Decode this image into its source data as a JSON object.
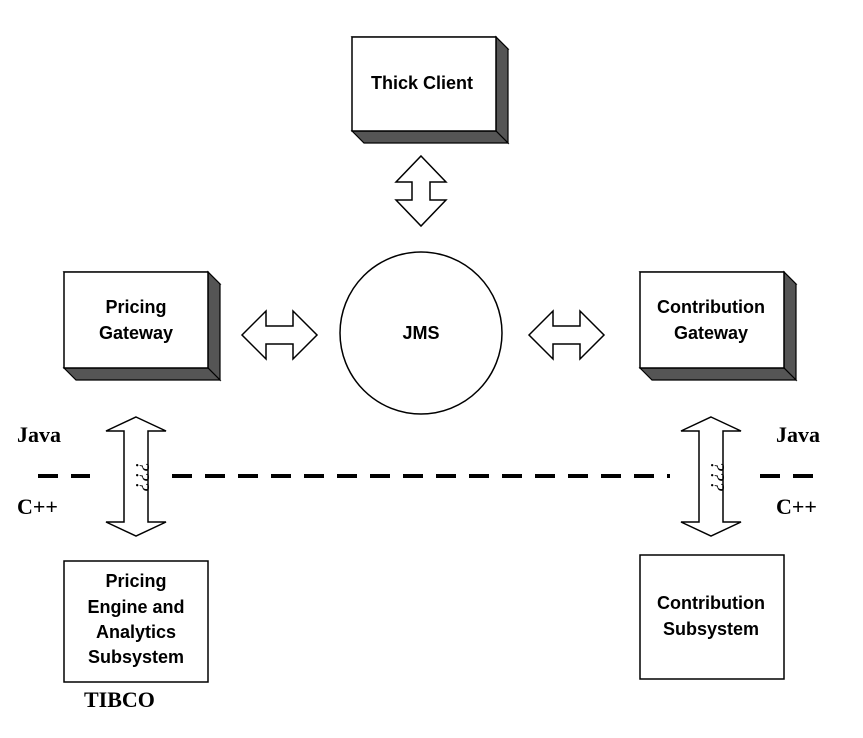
{
  "nodes": {
    "thick_client": {
      "line1": "Thick Client"
    },
    "pricing_gateway": {
      "line1": "Pricing",
      "line2": "Gateway"
    },
    "jms": {
      "line1": "JMS"
    },
    "contribution_gateway": {
      "line1": "Contribution",
      "line2": "Gateway"
    },
    "pricing_engine": {
      "line1": "Pricing",
      "line2": "Engine and",
      "line3": "Analytics",
      "line4": "Subsystem"
    },
    "contribution_subsystem": {
      "line1": "Contribution",
      "line2": "Subsystem"
    }
  },
  "labels": {
    "java_left": "Java",
    "cpp_left": "C++",
    "java_right": "Java",
    "cpp_right": "C++",
    "tibco": "TIBCO"
  },
  "arrows": {
    "left_unknown": "???",
    "right_unknown": "???"
  },
  "colors": {
    "line": "#000000",
    "fill": "#ffffff",
    "shadow_side": "#555555",
    "shadow_top": "#d8d8d8"
  }
}
